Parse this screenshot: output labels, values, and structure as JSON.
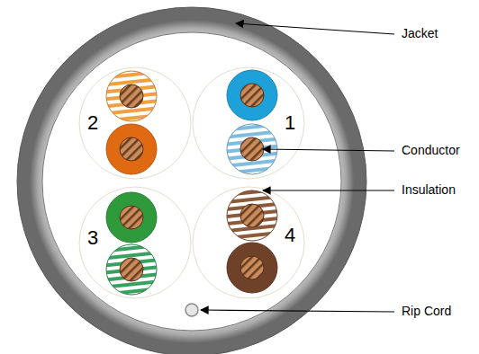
{
  "diagram": {
    "labels": [
      "Jacket",
      "2",
      "1",
      "Conductor",
      "Insulation",
      "3",
      "4",
      "Rip Cord"
    ]
  }
}
